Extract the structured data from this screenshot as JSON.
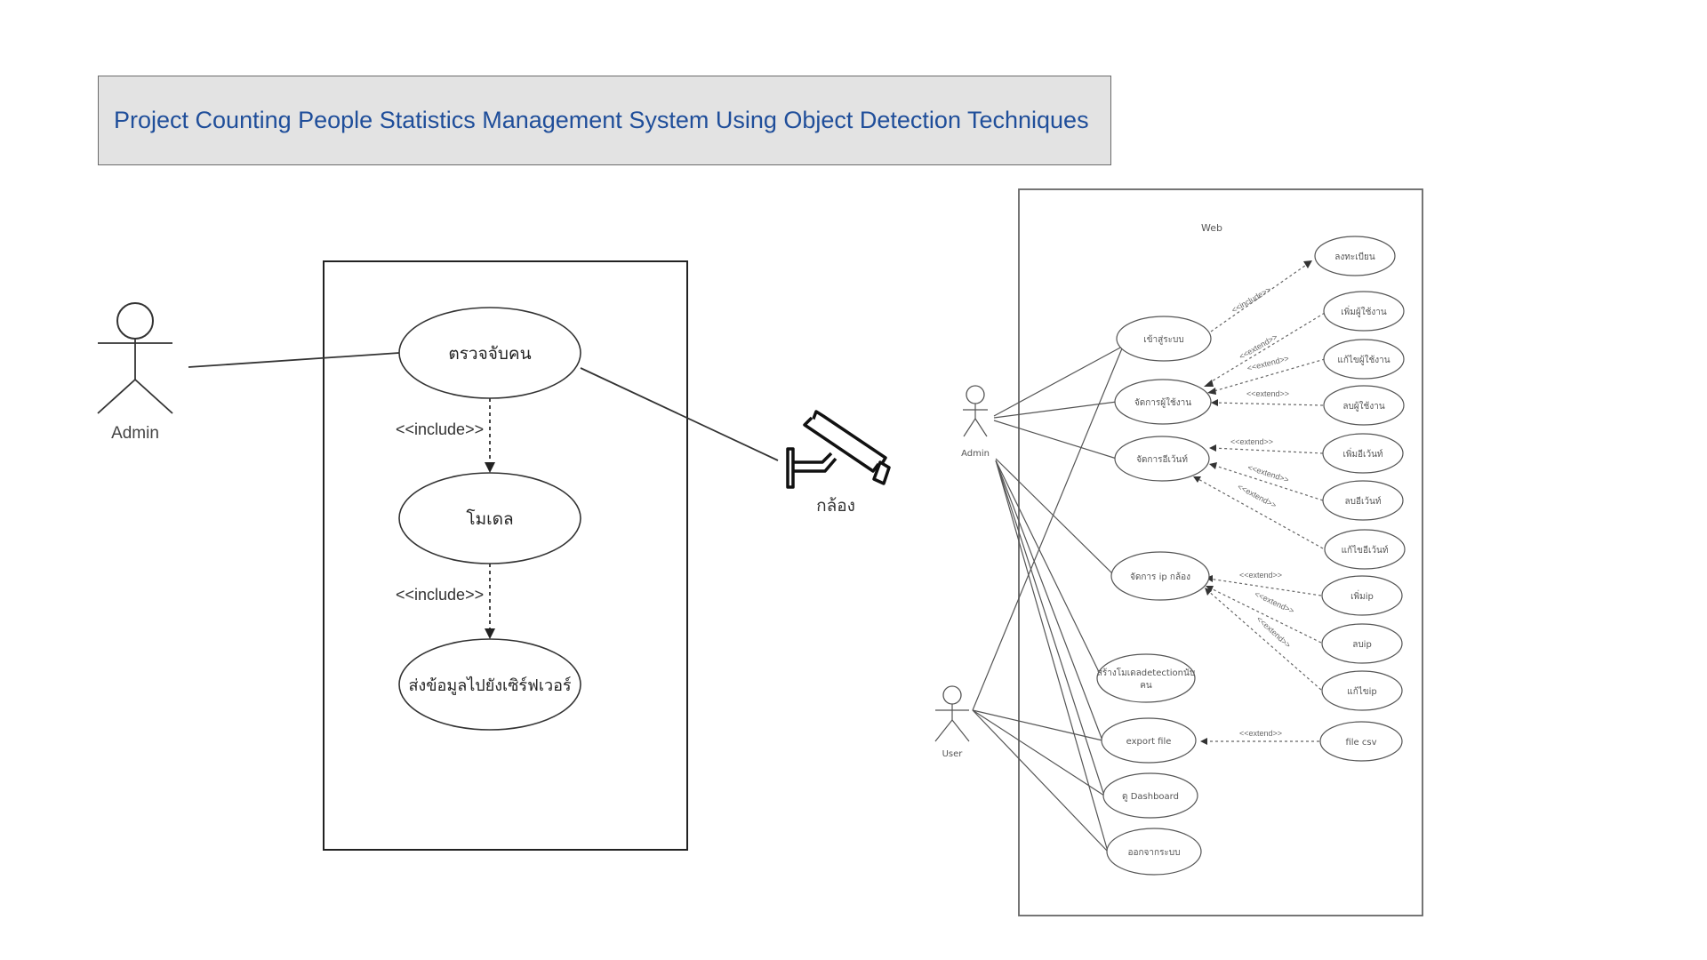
{
  "title": "Project Counting People Statistics Management System Using Object Detection Techniques",
  "left_diagram": {
    "actor": "Admin",
    "external": "กล้อง",
    "use_cases": [
      "ตรวจจับคน",
      "โมเดล",
      "ส่งข้อมูลไปยังเซิร์ฟเวอร์"
    ],
    "relations": [
      "<<include>>",
      "<<include>>"
    ]
  },
  "right_diagram": {
    "system": "Web",
    "actors": [
      "Admin",
      "User"
    ],
    "main_use_cases": [
      "เข้าสู่ระบบ",
      "จัดการผู้ใช้งาน",
      "จัดการอีเว้นท์",
      "จัดการ ip กล้อง",
      "สร้างโมเดลdetectionนับ",
      "คน",
      "export file",
      "ดู Dashboard",
      "ออกจากระบบ"
    ],
    "sub_use_cases": [
      "ลงทะเบียน",
      "เพิ่มผู้ใช้งาน",
      "แก้ไขผู้ใช้งาน",
      "ลบผู้ใช้งาน",
      "เพิ่มอีเว้นท์",
      "ลบอีเว้นท์",
      "แก้ไขอีเว้นท์",
      "เพิ่มip",
      "ลบip",
      "แก้ไขip",
      "file csv"
    ],
    "include_label": "<<include>>",
    "extend_label": "<<extend>>"
  }
}
